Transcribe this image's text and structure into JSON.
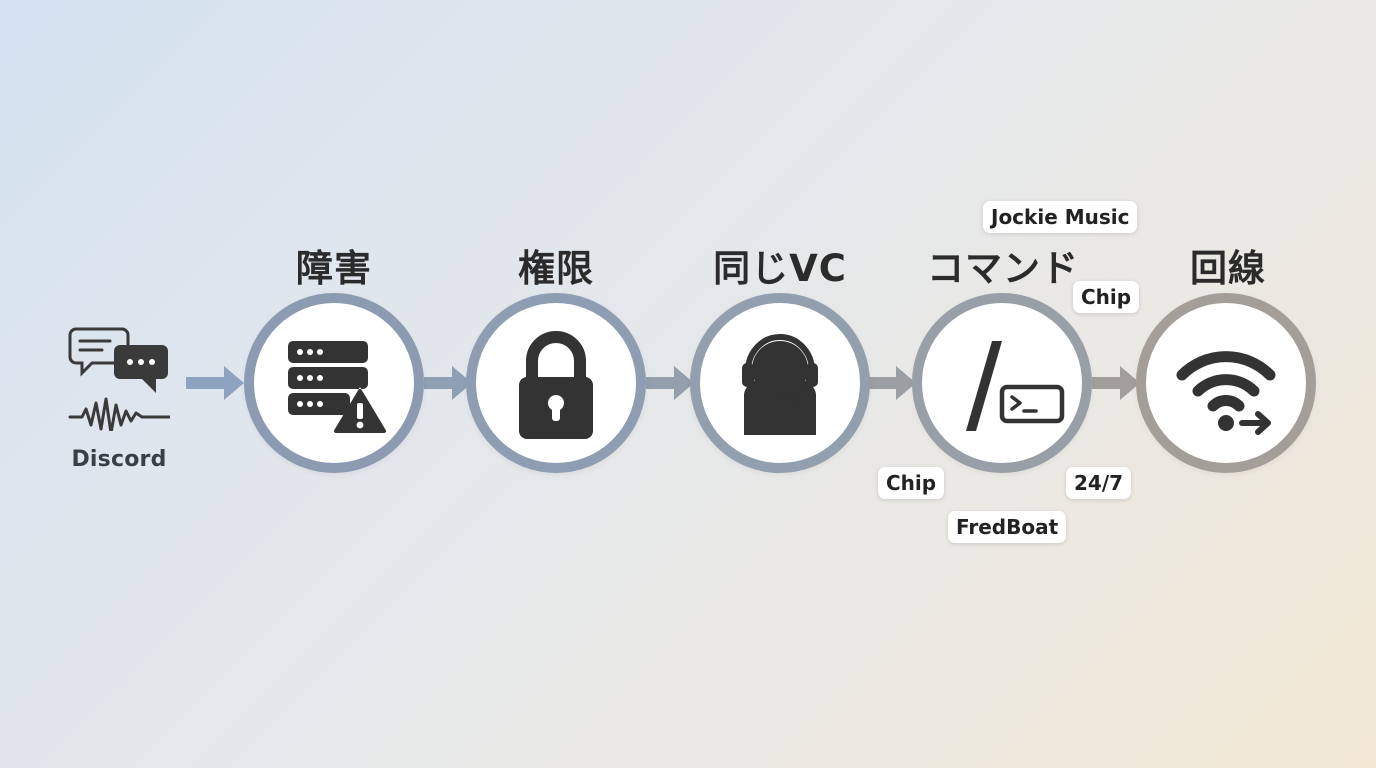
{
  "source": {
    "label": "Discord",
    "icon": "chat-waveform-icon"
  },
  "steps": [
    {
      "title": "障害",
      "icon": "server-warning-icon"
    },
    {
      "title": "権限",
      "icon": "padlock-icon"
    },
    {
      "title": "同じVC",
      "icon": "headset-user-icon"
    },
    {
      "title": "コマンド",
      "icon": "slash-command-terminal-icon"
    },
    {
      "title": "回線",
      "icon": "wifi-signal-icon"
    }
  ],
  "tags": {
    "jockie": "Jockie Music",
    "chip_top": "Chip",
    "chip_left": "Chip",
    "twentyfour": "24/7",
    "fredboat": "FredBoat"
  },
  "colors": {
    "flow_start": "#8ea3bf",
    "flow_end": "#a89f94",
    "icon": "#333333"
  }
}
